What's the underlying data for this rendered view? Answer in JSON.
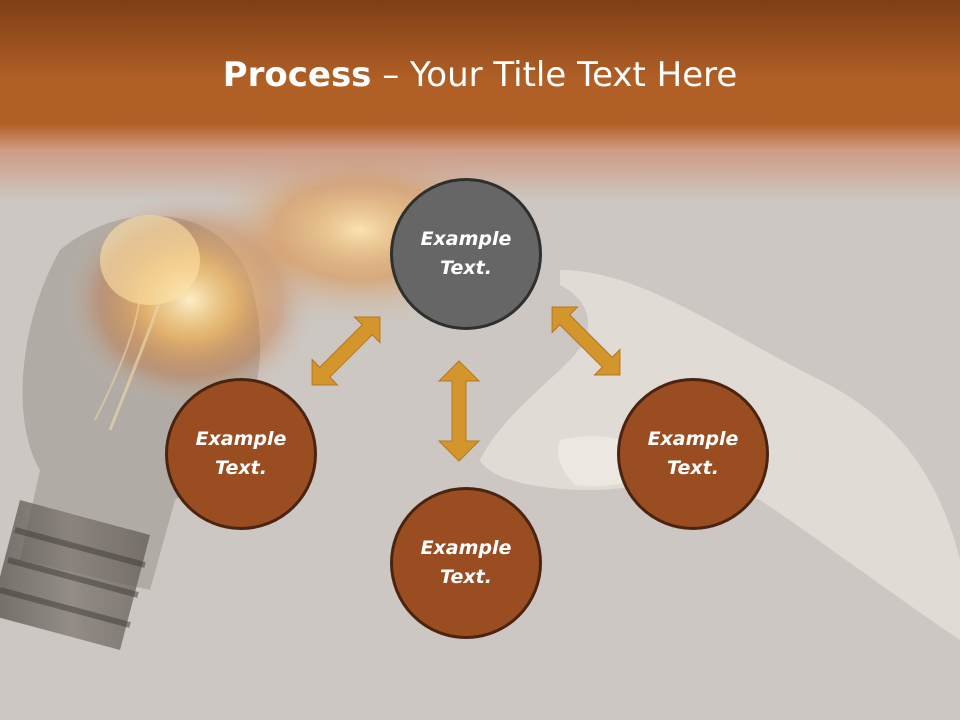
{
  "title": {
    "bold": "Process",
    "rest": " – Your Title Text Here"
  },
  "nodes": {
    "top": {
      "line1": "Example",
      "line2": "Text."
    },
    "left": {
      "line1": "Example",
      "line2": "Text."
    },
    "right": {
      "line1": "Example",
      "line2": "Text."
    },
    "bottom": {
      "line1": "Example",
      "line2": "Text."
    }
  },
  "colors": {
    "header": "#b05f25",
    "node_center": "#666666",
    "node_outer": "#9a4d20",
    "arrow": "#d4962c",
    "background": "#ccc7c2"
  }
}
